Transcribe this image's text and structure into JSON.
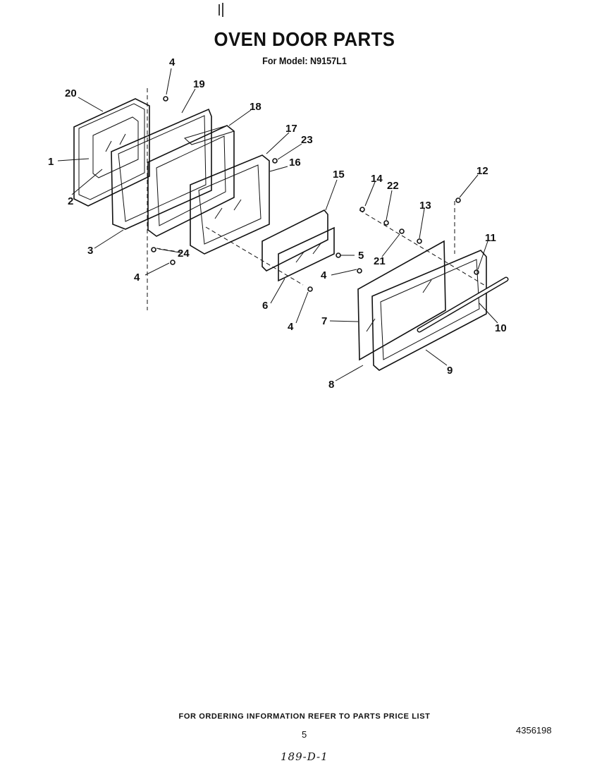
{
  "header": {
    "title": "OVEN DOOR PARTS",
    "model": "For Model: N9157L1"
  },
  "callouts": [
    "1",
    "2",
    "3",
    "4",
    "4",
    "4",
    "4",
    "5",
    "6",
    "7",
    "8",
    "9",
    "10",
    "11",
    "12",
    "13",
    "14",
    "15",
    "16",
    "17",
    "18",
    "19",
    "20",
    "21",
    "22",
    "23",
    "24"
  ],
  "footer": {
    "note": "FOR ORDERING INFORMATION REFER TO PARTS PRICE LIST",
    "page": "5",
    "document_number": "4356198",
    "handwritten": "189-D-1"
  }
}
